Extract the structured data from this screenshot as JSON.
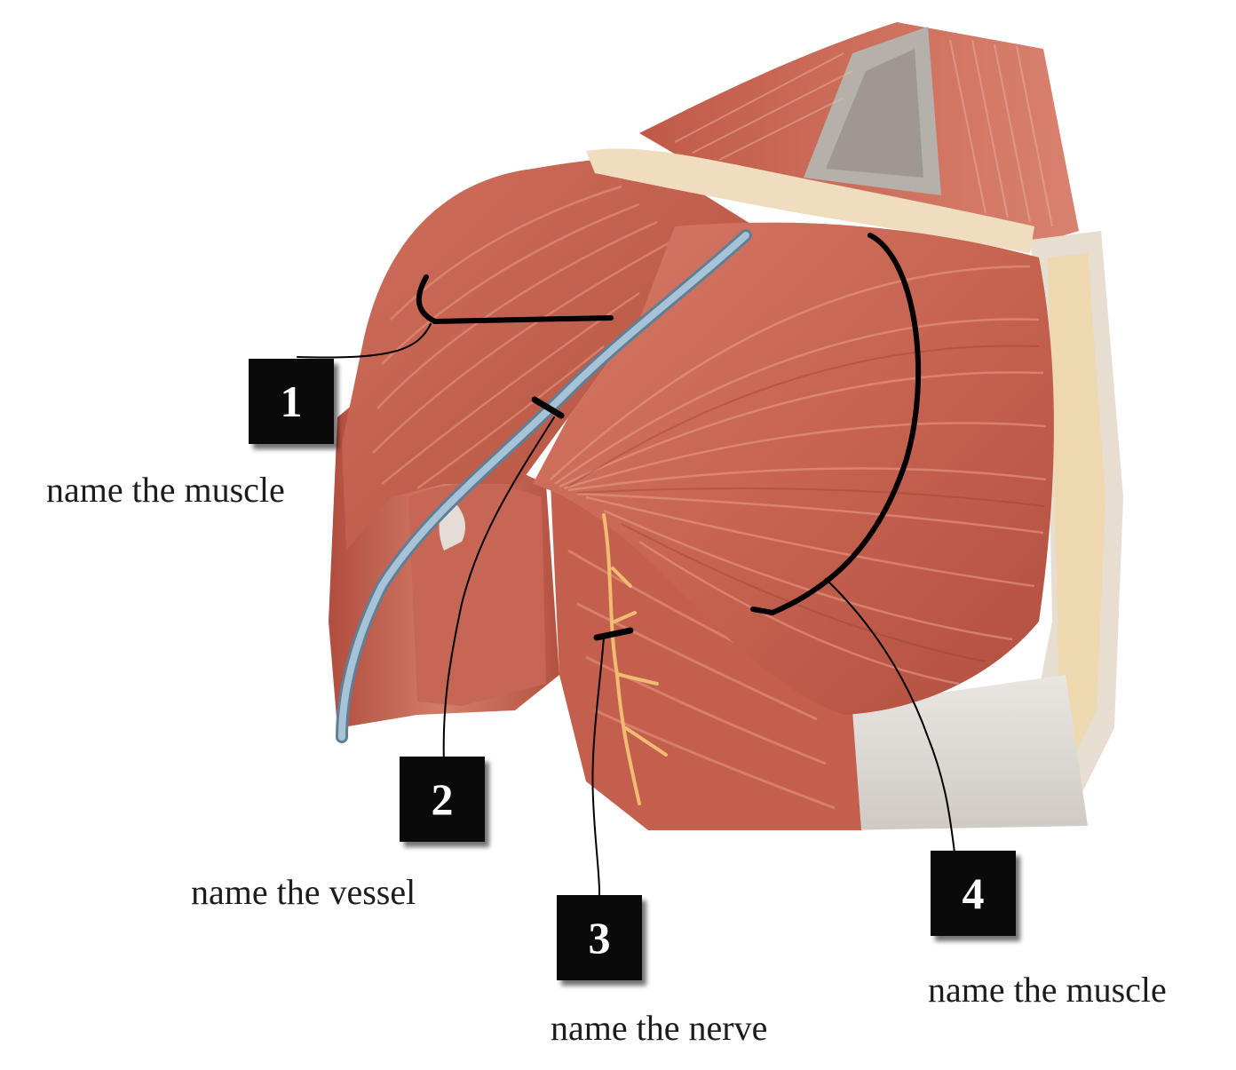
{
  "image_description": "Anatomical illustration of the anterior shoulder and chest musculature with four numbered labeling prompts",
  "labels": [
    {
      "number": "1",
      "prompt": "name the muscle"
    },
    {
      "number": "2",
      "prompt": "name the vessel"
    },
    {
      "number": "3",
      "prompt": "name the nerve"
    },
    {
      "number": "4",
      "prompt": "name the muscle"
    }
  ],
  "colors": {
    "muscle": "#c8614f",
    "muscle_light": "#dd8b76",
    "muscle_dark": "#9c3d31",
    "tendon": "#efdcc0",
    "vessel": "#8fb0c8",
    "nerve": "#f2c079",
    "fascia": "#d9d6d1",
    "marker_bg": "#0a0a0a",
    "leader_line": "#000000"
  }
}
